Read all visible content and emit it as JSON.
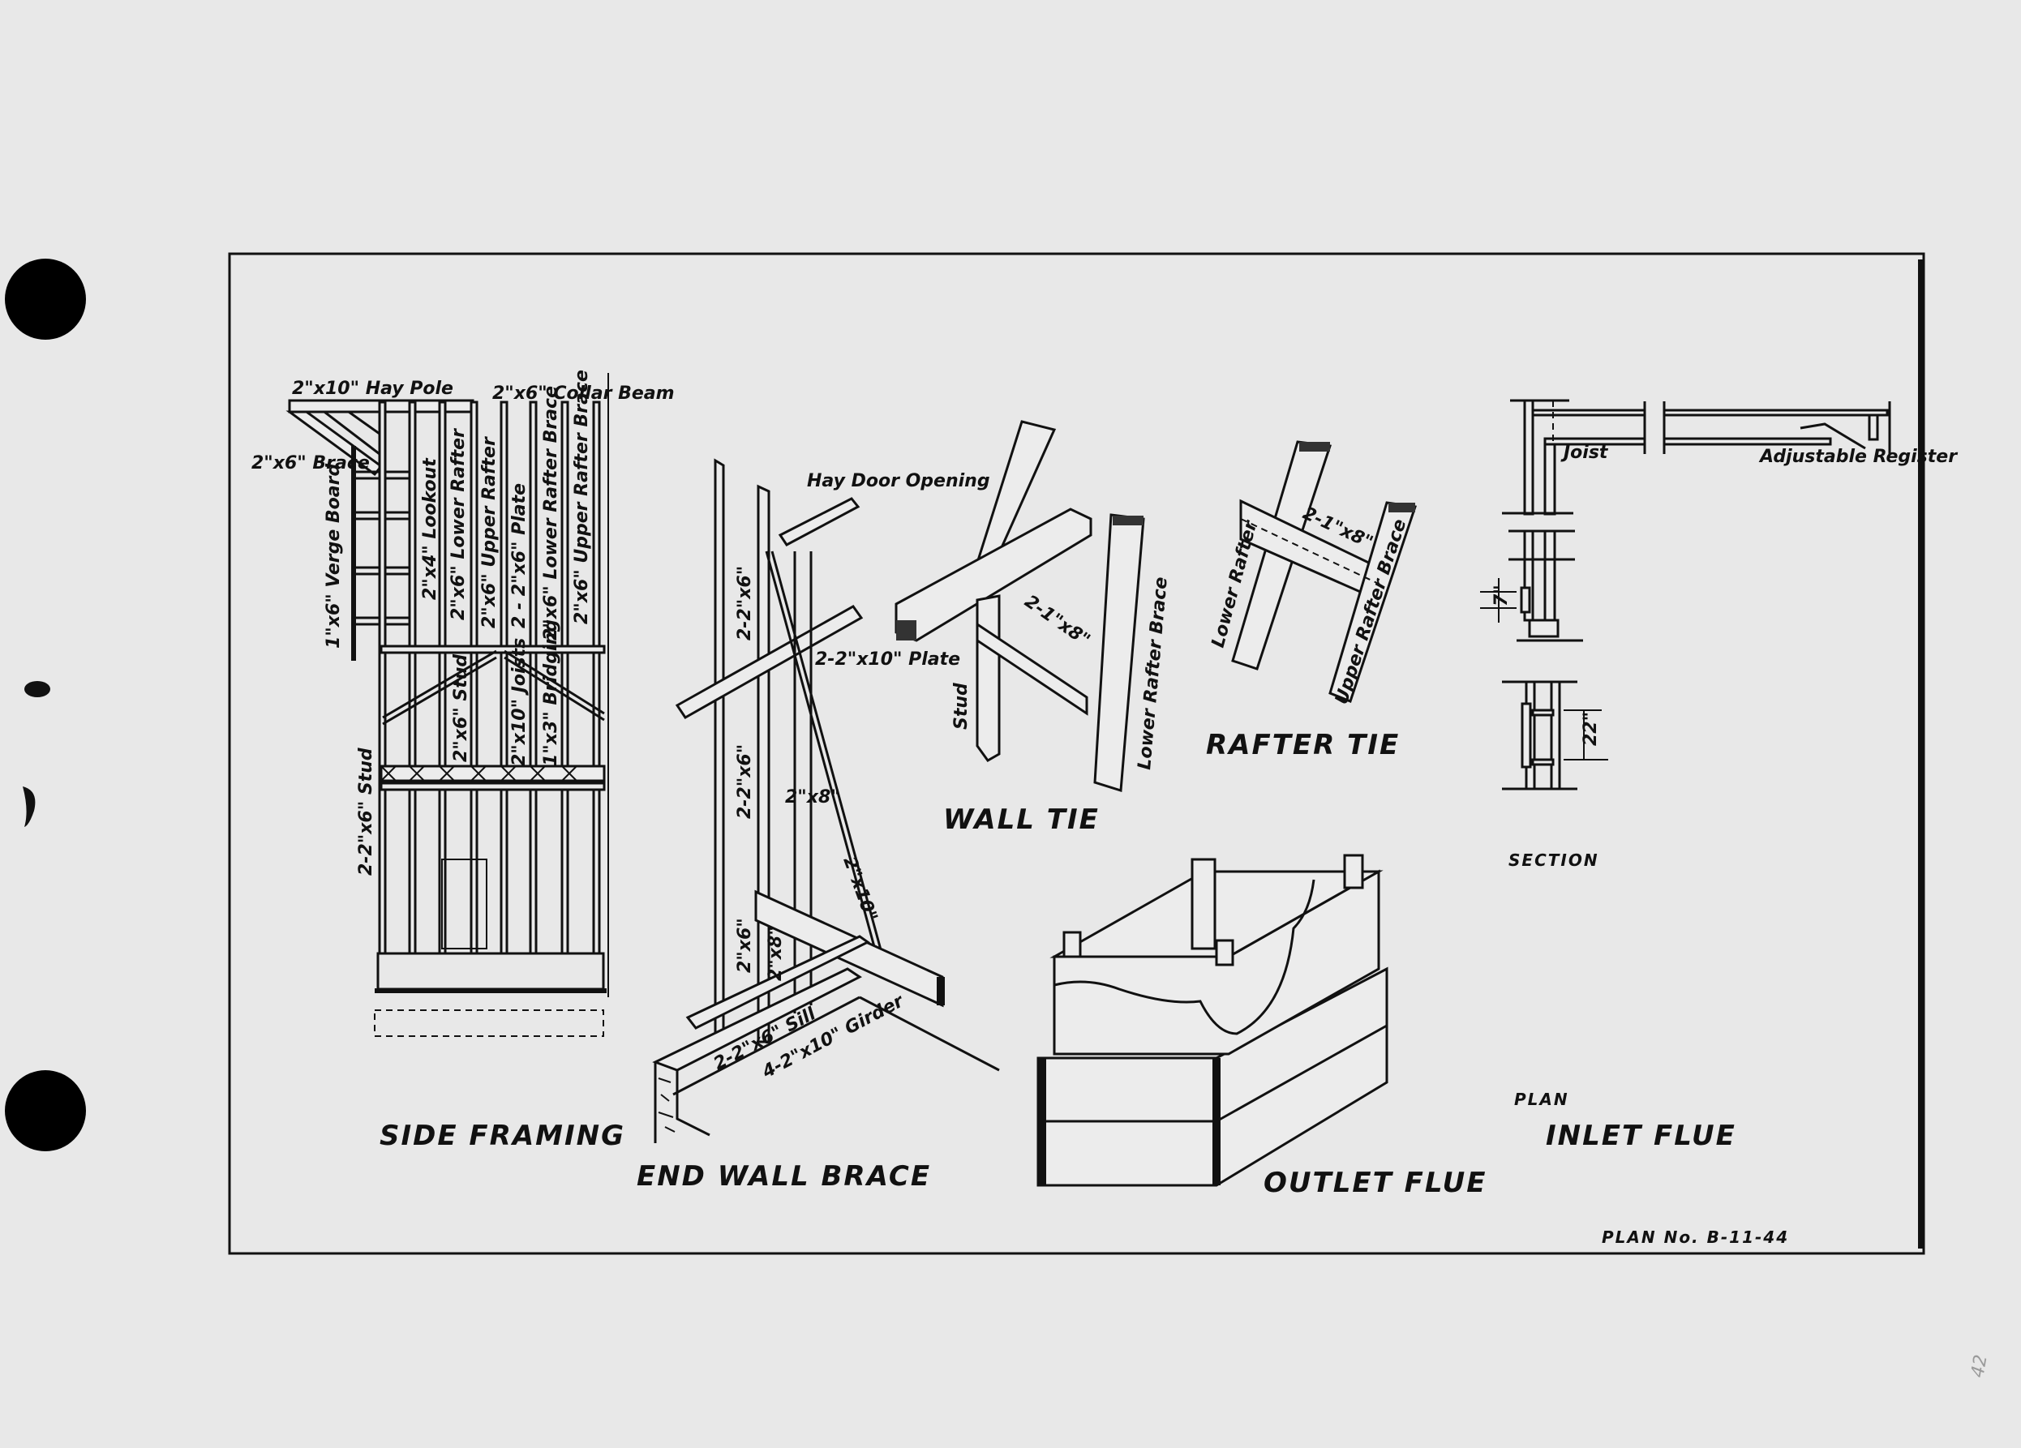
{
  "sheet": {
    "plan_number": "PLAN No. B-11-44",
    "page_number": "42"
  },
  "side_framing": {
    "title": "SIDE FRAMING",
    "labels": {
      "hay_pole": "2\"x10\" Hay Pole",
      "collar_beam": "2\"x6\" Collar Beam",
      "brace": "2\"x6\" Brace",
      "verge_board": "1\"x6\" Verge Board",
      "lookout": "2\"x4\" Lookout",
      "lower_rafter": "2\"x6\" Lower Rafter",
      "upper_rafter": "2\"x6\" Upper Rafter",
      "plate": "2 - 2\"x6\" Plate",
      "lower_rafter_brace": "2\"x6\" Lower Rafter Brace",
      "upper_rafter_brace": "2\"x6\" Upper Rafter Brace",
      "stud_double": "2-2\"x6\" Stud",
      "stud": "2\"x6\" Stud",
      "joists": "2\"x10\" Joists",
      "bridging": "1\"x3\" Bridging"
    }
  },
  "end_wall_brace": {
    "title": "END WALL BRACE",
    "labels": {
      "hay_door": "Hay Door Opening",
      "stud_upper": "2-2\"x6\"",
      "plate": "2-2\"x10\" Plate",
      "stud_lower": "2-2\"x6\"",
      "brace_2x8": "2\"x8\"",
      "brace_2x10": "2\"x10\"",
      "stud_bottom": "2\"x6\"",
      "stud_bottom_2x8": "2\"x8\"",
      "sill": "2-2\"x6\" Sill",
      "girder": "4-2\"x10\" Girder"
    }
  },
  "wall_tie": {
    "title": "WALL TIE",
    "labels": {
      "board": "2-1\"x8\"",
      "stud": "Stud",
      "lower_rafter_brace": "Lower Rafter Brace"
    }
  },
  "rafter_tie": {
    "title": "RAFTER TIE",
    "labels": {
      "board": "2-1\"x8\"",
      "lower_rafter": "Lower Rafter",
      "upper_rafter_brace": "Upper Rafter Brace"
    }
  },
  "outlet_flue": {
    "title": "OUTLET FLUE"
  },
  "inlet_flue": {
    "title": "INLET FLUE",
    "section_label": "SECTION",
    "plan_label": "PLAN",
    "labels": {
      "joist": "Joist",
      "register": "Adjustable Register",
      "dim_7": "7\"",
      "dim_22": "22\""
    }
  }
}
